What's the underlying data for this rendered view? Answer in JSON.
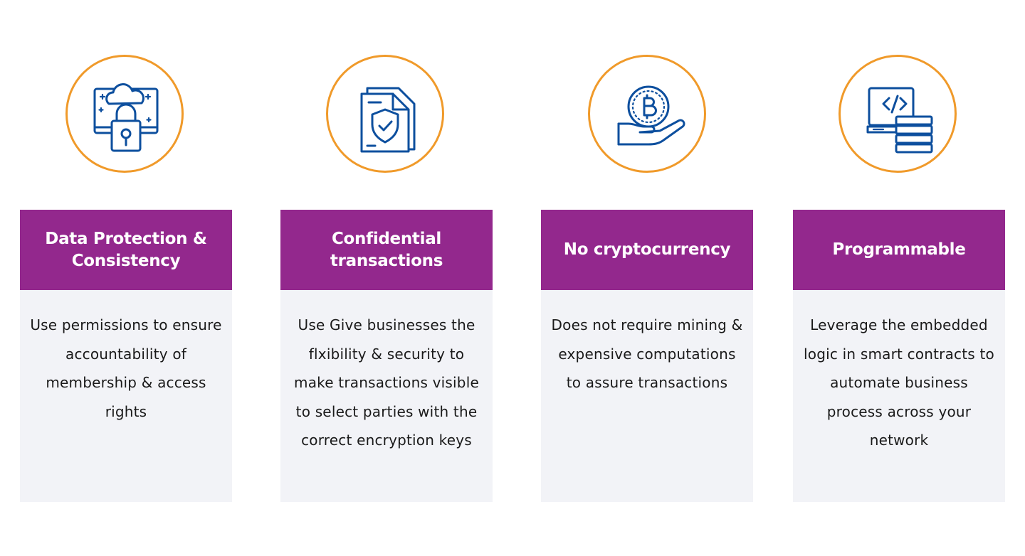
{
  "features": [
    {
      "title": "Data Protection & Consistency",
      "description": "Use permissions to ensure accountability of membership & access rights",
      "icon": "cloud-lock-monitor-icon"
    },
    {
      "title": "Confidential transactions",
      "description": "Use Give businesses the flxibility & security to make transactions visible to select parties with the correct encryption keys",
      "icon": "shield-document-icon"
    },
    {
      "title": "No cryptocurrency",
      "description": "Does not require mining & expensive computations to assure transactions",
      "icon": "bitcoin-hand-icon"
    },
    {
      "title": "Programmable",
      "description": "Leverage the embedded logic in smart contracts to automate business process across your network",
      "icon": "code-server-icon"
    }
  ],
  "colors": {
    "accent_ring": "#F09A2A",
    "header_bg": "#93288D",
    "body_bg": "#F2F3F7",
    "icon_stroke": "#0D4F9E"
  }
}
